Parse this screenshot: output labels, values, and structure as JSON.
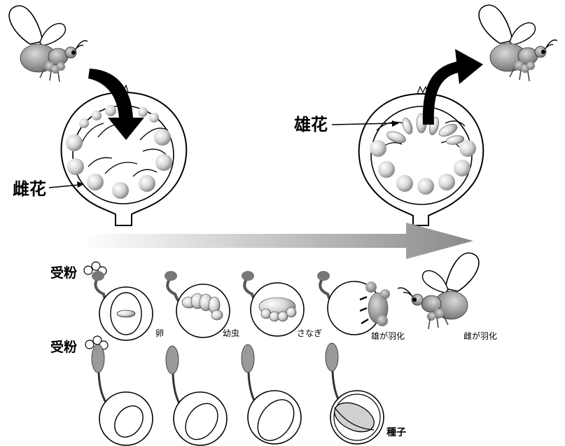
{
  "labels": {
    "female_flower": "雌花",
    "male_flower": "雄花",
    "pollination_top": "受粉",
    "pollination_bottom": "受粉",
    "egg": "卵",
    "larva": "幼虫",
    "pupa": "さなぎ",
    "male_emerges": "雄が羽化",
    "female_emerges": "雌が羽化",
    "seed": "種子"
  },
  "colors": {
    "line": "#000000",
    "body_gray": "#9a9a9a",
    "light_gray": "#d8d8d8",
    "arrow_gray": "#8c8c8c"
  },
  "icons": [
    "wasp-icon",
    "fig-syconium-icon",
    "pollen-grain-icon",
    "ovule-icon",
    "larva-icon",
    "pupa-icon",
    "seed-icon"
  ]
}
